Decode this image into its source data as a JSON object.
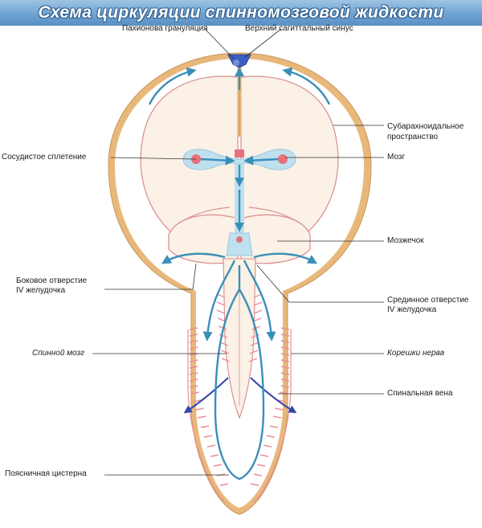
{
  "title": "Схема циркуляции спинномозговой жидкости",
  "labels": {
    "arachnoid_granulation": "Пахионова грануляция",
    "superior_sagittal_sinus": "Верхний сагиттальный синус",
    "subarachnoid_space_1": "Субарахноидальное",
    "subarachnoid_space_2": "пространство",
    "choroid_plexus": "Сосудистое сплетение",
    "brain": "Мозг",
    "cerebellum": "Мозжечок",
    "lateral_aperture_1": "Боковое отверстие",
    "lateral_aperture_2": "IV желудочка",
    "median_aperture_1": "Срединное отверстие",
    "median_aperture_2": "IV желудочка",
    "spinal_cord": "Спинной мозг",
    "nerve_roots": "Корешки нерва",
    "spinal_vein": "Спинальная вена",
    "lumbar_cistern": "Поясничная цистерна"
  },
  "colors": {
    "dura": "#e8b87a",
    "tissue": "#fbf1e6",
    "tissue_border": "#d98a8f",
    "csf": "#bfe0ee",
    "arrow": "#3a8fb8",
    "plexus": "#e8707c",
    "root": "#ec8e96",
    "vein": "#3344aa",
    "title_bg": "#6fa3d2"
  }
}
